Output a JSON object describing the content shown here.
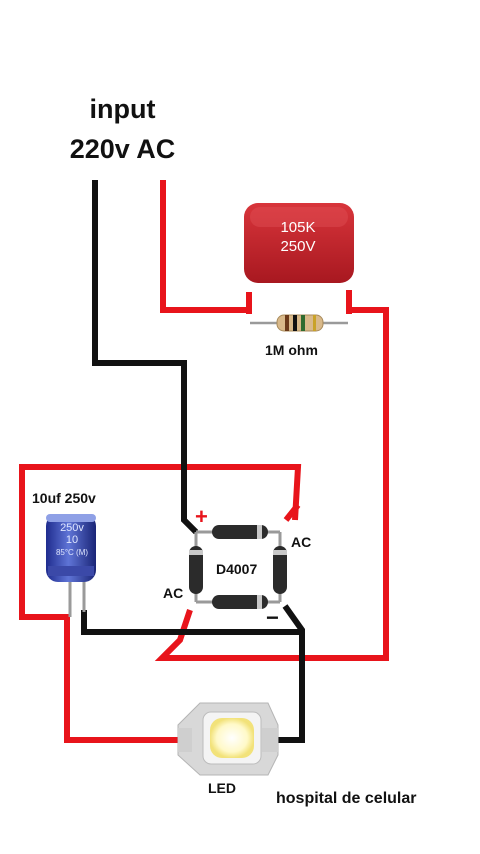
{
  "header": {
    "line1": "input",
    "line2": "220v AC"
  },
  "capacitor_film": {
    "value": "105K",
    "voltage": "250V"
  },
  "resistor": {
    "label": "1M ohm"
  },
  "electrolytic": {
    "label": "10uf 250v",
    "print1": "250v",
    "print2": "10",
    "print3": "85°C (M)"
  },
  "bridge": {
    "label": "D4007",
    "plus": "+",
    "minus": "−",
    "ac_right": "AC",
    "ac_left": "AC"
  },
  "led": {
    "label": "LED"
  },
  "watermark": {
    "text": "hospital de celular"
  },
  "colors": {
    "positive_wire": "#e8141b",
    "negative_wire": "#111111",
    "film_cap": "#c8202a"
  }
}
